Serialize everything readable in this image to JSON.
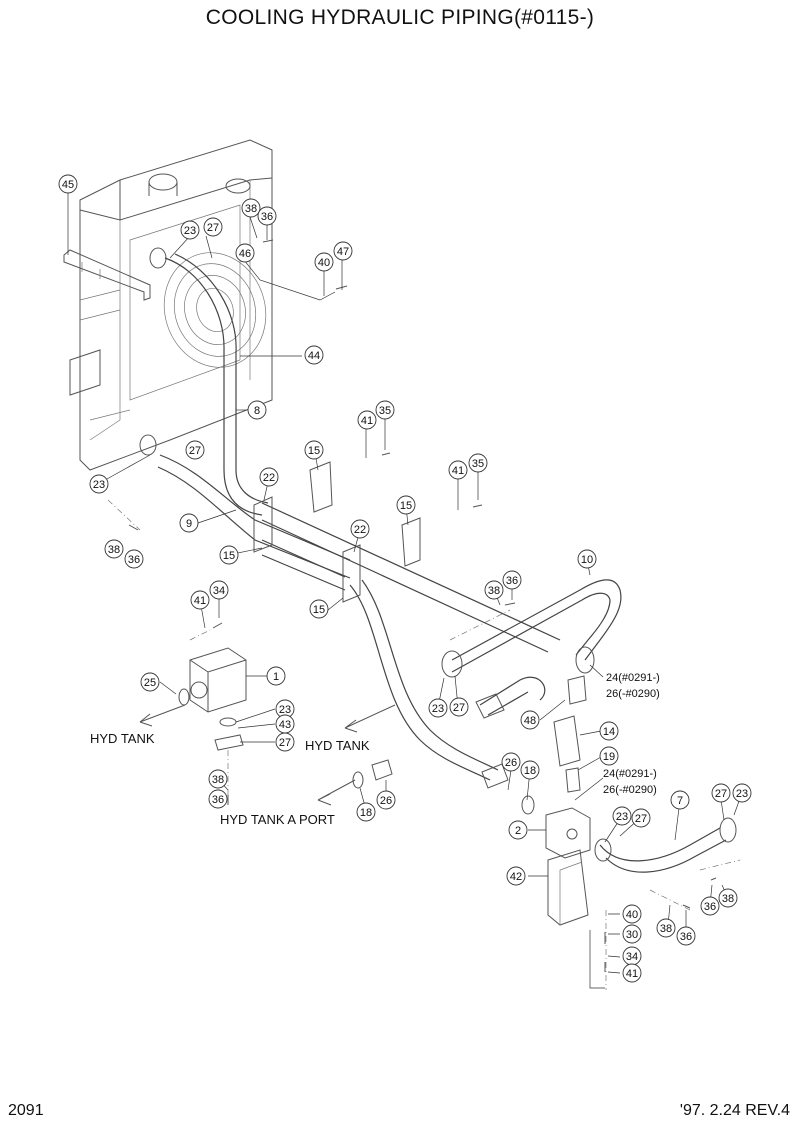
{
  "page": {
    "title": "COOLING HYDRAULIC PIPING(#0115-)",
    "page_number": "2091",
    "revision": "'97. 2.24  REV.4"
  },
  "notes": [
    "HYD TANK",
    "HYD TANK",
    "HYD TANK A PORT"
  ],
  "callouts": [
    "45",
    "23",
    "27",
    "38",
    "36",
    "46",
    "40",
    "47",
    "44",
    "8",
    "41",
    "35",
    "27",
    "15",
    "41",
    "35",
    "23",
    "22",
    "9",
    "15",
    "38",
    "36",
    "15",
    "22",
    "15",
    "10",
    "38",
    "36",
    "41",
    "34",
    "1",
    "25",
    "23",
    "43",
    "27",
    "24(#0291-)",
    "26(-#0290)",
    "23",
    "27",
    "48",
    "14",
    "19",
    "26",
    "18",
    "24(#0291-)",
    "26(-#0290)",
    "38",
    "36",
    "18",
    "26",
    "2",
    "23",
    "27",
    "7",
    "27",
    "23",
    "42",
    "40",
    "30",
    "38",
    "36",
    "36",
    "38",
    "34",
    "41"
  ]
}
